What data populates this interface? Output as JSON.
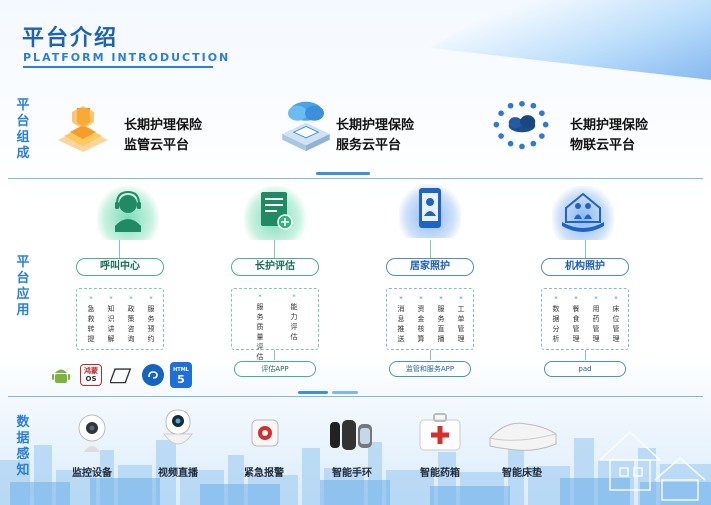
{
  "header": {
    "title": "平台介绍",
    "subtitle": "PLATFORM INTRODUCTION"
  },
  "side_labels": {
    "platform": [
      "平",
      "台",
      "组",
      "成"
    ],
    "application": [
      "平",
      "台",
      "应",
      "用"
    ],
    "sensing": [
      "数",
      "据",
      "感",
      "知"
    ]
  },
  "platforms": [
    {
      "line1": "长期护理保险",
      "line2": "监管云平台",
      "icon": "shield-cube-icon"
    },
    {
      "line1": "长期护理保险",
      "line2": "服务云平台",
      "icon": "cloud-server-icon"
    },
    {
      "line1": "长期护理保险",
      "line2": "物联云平台",
      "icon": "iot-cloud-icon"
    }
  ],
  "services": [
    {
      "label": "呼叫中心",
      "icon": "headset-agent-icon",
      "items": [
        "急救转提",
        "知识讲解",
        "政策咨询",
        "服务预约"
      ],
      "app": ""
    },
    {
      "label": "长护评估",
      "icon": "assessment-doc-icon",
      "items": [
        "服务质量评估",
        "能力评估"
      ],
      "app": "评估APP"
    },
    {
      "label": "居家照护",
      "icon": "mobile-caregiver-icon",
      "items": [
        "消息推送",
        "资金核算",
        "服务直播",
        "工单管理"
      ],
      "app": "监管和服务APP"
    },
    {
      "label": "机构照护",
      "icon": "institution-care-icon",
      "items": [
        "数据分析",
        "餐食管理",
        "用药管理",
        "床位管理"
      ],
      "app": "pad"
    }
  ],
  "os_icons": [
    "android-icon",
    "harmony-os-icon",
    "tablet-icon",
    "mini-program-icon",
    "html5-icon"
  ],
  "os_text": {
    "harmony": "鸿蒙",
    "harmony_sub": "OS",
    "html5": "HTML"
  },
  "devices": [
    {
      "label": "监控设备",
      "icon": "webcam-icon"
    },
    {
      "label": "视频直播",
      "icon": "ptz-camera-icon"
    },
    {
      "label": "紧急报警",
      "icon": "alarm-button-icon"
    },
    {
      "label": "智能手环",
      "icon": "smart-band-icon"
    },
    {
      "label": "智能药箱",
      "icon": "medicine-box-icon"
    },
    {
      "label": "智能床垫",
      "icon": "smart-mattress-icon"
    }
  ],
  "colors": {
    "accent": "#2b7fd6",
    "green": "#49b08f",
    "title": "#1c62b5"
  }
}
